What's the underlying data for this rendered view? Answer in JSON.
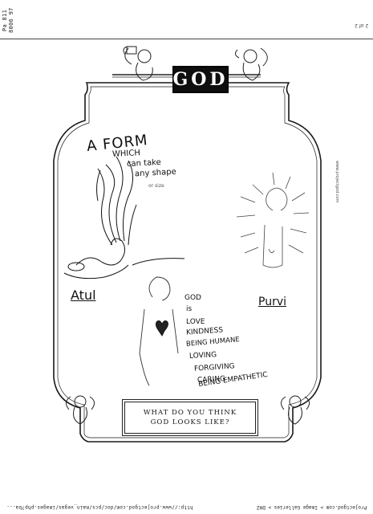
{
  "header": {
    "fax_stamp": "Pa 811 8006 97",
    "page_number": "2 of 2"
  },
  "side_text": "www.projectgod.com",
  "frame": {
    "title": "GOD"
  },
  "caption": {
    "line1": "WHAT DO YOU THINK",
    "line2": "GOD LOOKS LIKE?"
  },
  "drawing_left": {
    "heading": "A FORM",
    "line2": "WHICH",
    "line3": "can take",
    "line4": "any shape",
    "line5": "or size",
    "signature": "Atul"
  },
  "drawing_right": {
    "signature": "Purvi"
  },
  "drawing_center": {
    "lines": [
      "GOD",
      "is",
      "LOVE",
      "KINDNESS",
      "BEING HUMANE",
      "LOVING",
      "FORGIVING",
      "CARING",
      "BEING EMPATHETIC"
    ]
  },
  "footer": {
    "url": "http://www.projectgod.com/doc/pcs/main_vegas/images.php?ba...",
    "credit": "Projectgod.com > Image Galleries > DHZ"
  }
}
